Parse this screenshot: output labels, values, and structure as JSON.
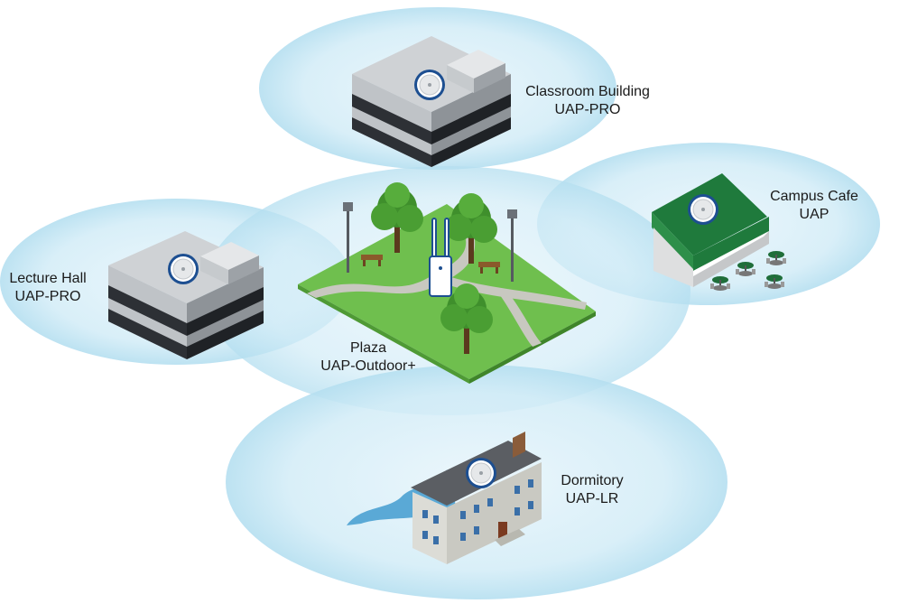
{
  "sites": {
    "classroom": {
      "name": "Classroom Building",
      "model": "UAP-PRO"
    },
    "cafe": {
      "name": "Campus Cafe",
      "model": "UAP"
    },
    "lecture": {
      "name": "Lecture Hall",
      "model": "UAP-PRO"
    },
    "plaza": {
      "name": "Plaza",
      "model": "UAP-Outdoor+"
    },
    "dormitory": {
      "name": "Dormitory",
      "model": "UAP-LR"
    }
  },
  "colors": {
    "coverage_fill": "#cfe9f5",
    "grass": "#6fbf4e",
    "cafe_roof": "#1f7a3c",
    "house_roof": "#5b5e63",
    "pond": "#5aa9d6",
    "ap_ring": "#1d4f91"
  },
  "icons": [
    "access-point-icon",
    "tree-icon",
    "lamp-post-icon",
    "bench-icon",
    "cafe-table-icon"
  ]
}
